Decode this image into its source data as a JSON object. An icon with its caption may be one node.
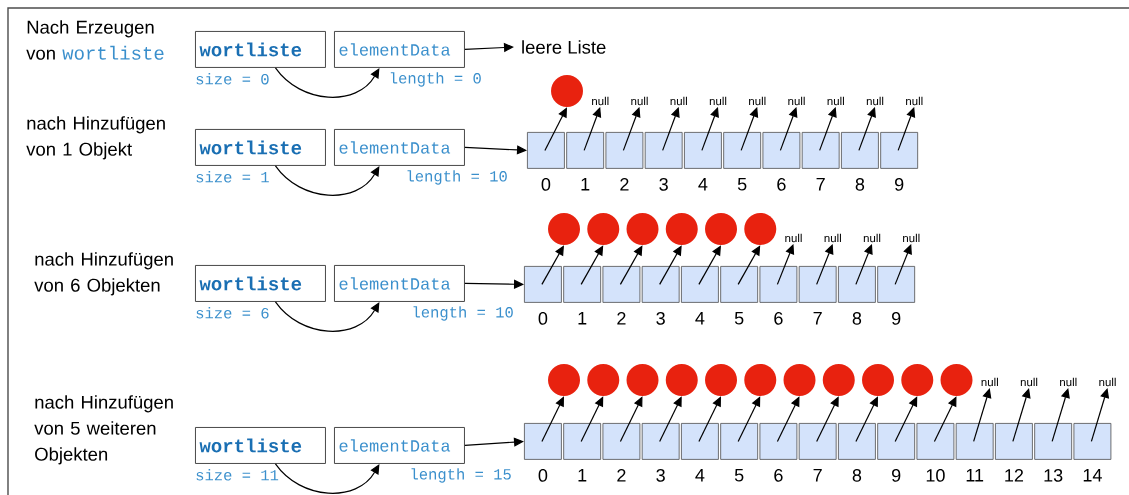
{
  "diagram": {
    "nodes": [
      {
        "text": [
          "wortliste"
        ],
        "beside": [
          "size = 0"
        ]
      },
      {
        "text": [
          "elementData"
        ],
        "beside": [
          "length = 0"
        ]
      },
      {
        "text": [
          "leere Liste"
        ]
      },
      {
        "text": [
          "wortliste"
        ],
        "beside": [
          "size = 1"
        ]
      },
      {
        "text": [
          "elementData"
        ],
        "beside": [
          "length = 10"
        ]
      },
      {
        "text": [],
        "shape": "circle"
      },
      {
        "text": [
          "null"
        ]
      },
      {
        "text": [
          "null"
        ]
      },
      {
        "text": [
          "null"
        ]
      },
      {
        "text": [
          "null"
        ]
      },
      {
        "text": [
          "null"
        ]
      },
      {
        "text": [
          "null"
        ]
      },
      {
        "text": [
          "null"
        ]
      },
      {
        "text": [
          "null"
        ]
      },
      {
        "text": [
          "null"
        ]
      },
      {
        "text": [],
        "shape": "box",
        "beside": [
          "0"
        ]
      },
      {
        "text": [],
        "shape": "box",
        "beside": [
          "1"
        ]
      },
      {
        "text": [],
        "shape": "box",
        "beside": [
          "2"
        ]
      },
      {
        "text": [],
        "shape": "box",
        "beside": [
          "3"
        ]
      },
      {
        "text": [],
        "shape": "box",
        "beside": [
          "4"
        ]
      },
      {
        "text": [],
        "shape": "box",
        "beside": [
          "5"
        ]
      },
      {
        "text": [],
        "shape": "box",
        "beside": [
          "6"
        ]
      },
      {
        "text": [],
        "shape": "box",
        "beside": [
          "7"
        ]
      },
      {
        "text": [],
        "shape": "box",
        "beside": [
          "8"
        ]
      },
      {
        "text": [],
        "shape": "box",
        "beside": [
          "9"
        ]
      },
      {
        "text": [
          "wortliste"
        ],
        "beside": [
          "size = 6"
        ]
      },
      {
        "text": [
          "elementData"
        ],
        "beside": [
          "length = 10"
        ]
      },
      {
        "text": [],
        "shape": "circle"
      },
      {
        "text": [],
        "shape": "circle"
      },
      {
        "text": [],
        "shape": "circle"
      },
      {
        "text": [],
        "shape": "circle"
      },
      {
        "text": [],
        "shape": "circle"
      },
      {
        "text": [],
        "shape": "circle"
      },
      {
        "text": [
          "null"
        ]
      },
      {
        "text": [
          "null"
        ]
      },
      {
        "text": [
          "null"
        ]
      },
      {
        "text": [
          "null"
        ]
      },
      {
        "text": [],
        "shape": "box",
        "beside": [
          "0"
        ]
      },
      {
        "text": [],
        "shape": "box",
        "beside": [
          "1"
        ]
      },
      {
        "text": [],
        "shape": "box",
        "beside": [
          "2"
        ]
      },
      {
        "text": [],
        "shape": "box",
        "beside": [
          "3"
        ]
      },
      {
        "text": [],
        "shape": "box",
        "beside": [
          "4"
        ]
      },
      {
        "text": [],
        "shape": "box",
        "beside": [
          "5"
        ]
      },
      {
        "text": [],
        "shape": "box",
        "beside": [
          "6"
        ]
      },
      {
        "text": [],
        "shape": "box",
        "beside": [
          "7"
        ]
      },
      {
        "text": [],
        "shape": "box",
        "beside": [
          "8"
        ]
      },
      {
        "text": [],
        "shape": "box",
        "beside": [
          "9"
        ]
      },
      {
        "text": [
          "wortliste"
        ],
        "beside": [
          "size = 11"
        ]
      },
      {
        "text": [
          "elementData"
        ],
        "beside": [
          "length = 15"
        ]
      },
      {
        "text": [],
        "shape": "circle"
      },
      {
        "text": [],
        "shape": "circle"
      },
      {
        "text": [],
        "shape": "circle"
      },
      {
        "text": [],
        "shape": "circle"
      },
      {
        "text": [],
        "shape": "circle"
      },
      {
        "text": [],
        "shape": "circle"
      },
      {
        "text": [],
        "shape": "circle"
      },
      {
        "text": [],
        "shape": "circle"
      },
      {
        "text": [],
        "shape": "circle"
      },
      {
        "text": [],
        "shape": "circle"
      },
      {
        "text": [],
        "shape": "circle"
      },
      {
        "text": [
          "null"
        ]
      },
      {
        "text": [
          "null"
        ]
      },
      {
        "text": [
          "null"
        ]
      },
      {
        "text": [
          "null"
        ]
      },
      {
        "text": [],
        "shape": "box",
        "beside": [
          "0"
        ]
      },
      {
        "text": [],
        "shape": "box",
        "beside": [
          "1"
        ]
      },
      {
        "text": [],
        "shape": "box",
        "beside": [
          "2"
        ]
      },
      {
        "text": [],
        "shape": "box",
        "beside": [
          "3"
        ]
      },
      {
        "text": [],
        "shape": "box",
        "beside": [
          "4"
        ]
      },
      {
        "text": [],
        "shape": "box",
        "beside": [
          "5"
        ]
      },
      {
        "text": [],
        "shape": "box",
        "beside": [
          "6"
        ]
      },
      {
        "text": [],
        "shape": "box",
        "beside": [
          "7"
        ]
      },
      {
        "text": [],
        "shape": "box",
        "beside": [
          "8"
        ]
      },
      {
        "text": [],
        "shape": "box",
        "beside": [
          "9"
        ]
      },
      {
        "text": [],
        "shape": "box",
        "beside": [
          "10"
        ]
      },
      {
        "text": [],
        "shape": "box",
        "beside": [
          "11"
        ]
      },
      {
        "text": [],
        "shape": "box",
        "beside": [
          "12"
        ]
      },
      {
        "text": [],
        "shape": "box",
        "beside": [
          "13"
        ]
      },
      {
        "text": [],
        "shape": "box",
        "beside": [
          "14"
        ]
      }
    ],
    "edges": [
      {
        "from": 0,
        "to": 1,
        "arrow": "to"
      },
      {
        "from": 1,
        "to": 2,
        "arrow": "to"
      },
      {
        "from": 3,
        "to": 4,
        "arrow": "to"
      },
      {
        "from": 4,
        "to": 15,
        "arrow": "to"
      },
      {
        "from": 15,
        "to": 5,
        "arrow": "to"
      },
      {
        "from": 16,
        "to": 6,
        "arrow": "to"
      },
      {
        "from": 17,
        "to": 7,
        "arrow": "to"
      },
      {
        "from": 18,
        "to": 8,
        "arrow": "to"
      },
      {
        "from": 19,
        "to": 9,
        "arrow": "to"
      },
      {
        "from": 20,
        "to": 10,
        "arrow": "to"
      },
      {
        "from": 21,
        "to": 11,
        "arrow": "to"
      },
      {
        "from": 22,
        "to": 12,
        "arrow": "to"
      },
      {
        "from": 23,
        "to": 13,
        "arrow": "to"
      },
      {
        "from": 24,
        "to": 14,
        "arrow": "to"
      },
      {
        "from": 25,
        "to": 26,
        "arrow": "to"
      },
      {
        "from": 26,
        "to": 37,
        "arrow": "to"
      },
      {
        "from": 37,
        "to": 27,
        "arrow": "to"
      },
      {
        "from": 38,
        "to": 28,
        "arrow": "to"
      },
      {
        "from": 39,
        "to": 29,
        "arrow": "to"
      },
      {
        "from": 40,
        "to": 30,
        "arrow": "to"
      },
      {
        "from": 41,
        "to": 31,
        "arrow": "to"
      },
      {
        "from": 42,
        "to": 32,
        "arrow": "to"
      },
      {
        "from": 43,
        "to": 33,
        "arrow": "to"
      },
      {
        "from": 44,
        "to": 34,
        "arrow": "to"
      },
      {
        "from": 45,
        "to": 35,
        "arrow": "to"
      },
      {
        "from": 46,
        "to": 36,
        "arrow": "to"
      },
      {
        "from": 47,
        "to": 48,
        "arrow": "to"
      },
      {
        "from": 48,
        "to": 64,
        "arrow": "to"
      },
      {
        "from": 64,
        "to": 49,
        "arrow": "to"
      },
      {
        "from": 65,
        "to": 50,
        "arrow": "to"
      },
      {
        "from": 66,
        "to": 51,
        "arrow": "to"
      },
      {
        "from": 67,
        "to": 52,
        "arrow": "to"
      },
      {
        "from": 68,
        "to": 53,
        "arrow": "to"
      },
      {
        "from": 69,
        "to": 54,
        "arrow": "to"
      },
      {
        "from": 70,
        "to": 55,
        "arrow": "to"
      },
      {
        "from": 71,
        "to": 56,
        "arrow": "to"
      },
      {
        "from": 72,
        "to": 57,
        "arrow": "to"
      },
      {
        "from": 73,
        "to": 58,
        "arrow": "to"
      },
      {
        "from": 74,
        "to": 59,
        "arrow": "to"
      },
      {
        "from": 75,
        "to": 60,
        "arrow": "to"
      },
      {
        "from": 76,
        "to": 61,
        "arrow": "to"
      },
      {
        "from": 77,
        "to": 62,
        "arrow": "to"
      },
      {
        "from": 78,
        "to": 63,
        "arrow": "to"
      }
    ],
    "labels": [
      "Nach Erzeugen von",
      "wortliste",
      "nach Hinzufügen von 1 Objekt",
      "nach Hinzufügen von 6 Objekten",
      "nach Hinzufügen von 5 weiteren Objekten"
    ]
  }
}
